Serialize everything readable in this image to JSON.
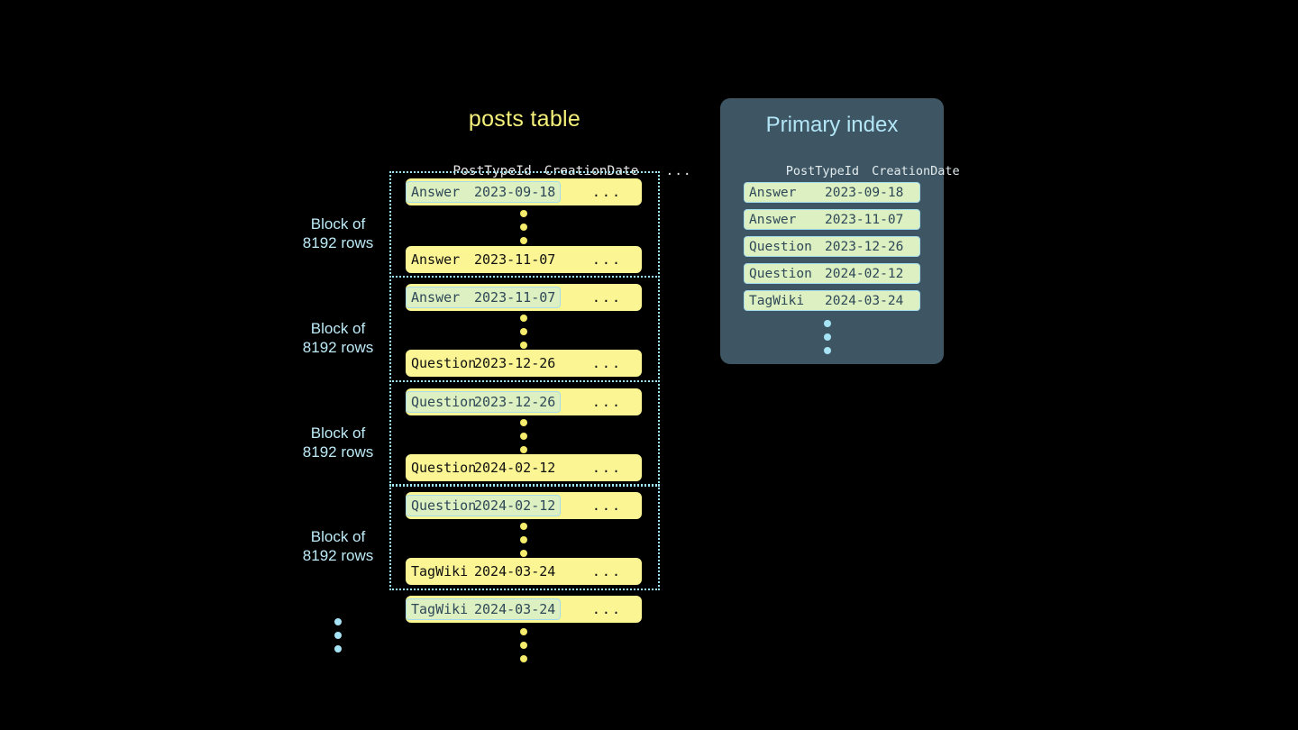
{
  "posts_table": {
    "title": "posts table",
    "columns": [
      "PostTypeId",
      "CreationDate",
      "..."
    ],
    "blocks": [
      {
        "label_line1": "Block of",
        "label_line2": "8192 rows",
        "first_row": {
          "post_type_id": "Answer",
          "creation_date": "2023-09-18",
          "ellipsis": "...",
          "highlighted": true
        },
        "last_row": {
          "post_type_id": "Answer",
          "creation_date": "2023-11-07",
          "ellipsis": "...",
          "highlighted": false
        }
      },
      {
        "label_line1": "Block of",
        "label_line2": "8192 rows",
        "first_row": {
          "post_type_id": "Answer",
          "creation_date": "2023-11-07",
          "ellipsis": "...",
          "highlighted": true
        },
        "last_row": {
          "post_type_id": "Question",
          "creation_date": "2023-12-26",
          "ellipsis": "...",
          "highlighted": false
        }
      },
      {
        "label_line1": "Block of",
        "label_line2": "8192 rows",
        "first_row": {
          "post_type_id": "Question",
          "creation_date": "2023-12-26",
          "ellipsis": "...",
          "highlighted": true
        },
        "last_row": {
          "post_type_id": "Question",
          "creation_date": "2024-02-12",
          "ellipsis": "...",
          "highlighted": false
        }
      },
      {
        "label_line1": "Block of",
        "label_line2": "8192 rows",
        "first_row": {
          "post_type_id": "Question",
          "creation_date": "2024-02-12",
          "ellipsis": "...",
          "highlighted": true
        },
        "last_row": {
          "post_type_id": "TagWiki",
          "creation_date": "2024-03-24",
          "ellipsis": "...",
          "highlighted": false
        }
      }
    ],
    "trailing_row": {
      "post_type_id": "TagWiki",
      "creation_date": "2024-03-24",
      "ellipsis": "...",
      "highlighted": true
    }
  },
  "primary_index": {
    "title": "Primary index",
    "columns": [
      "PostTypeId",
      "CreationDate"
    ],
    "rows": [
      {
        "post_type_id": "Answer",
        "creation_date": "2023-09-18"
      },
      {
        "post_type_id": "Answer",
        "creation_date": "2023-11-07"
      },
      {
        "post_type_id": "Question",
        "creation_date": "2023-12-26"
      },
      {
        "post_type_id": "Question",
        "creation_date": "2024-02-12"
      },
      {
        "post_type_id": "TagWiki",
        "creation_date": "2024-03-24"
      }
    ]
  },
  "colors": {
    "background": "#000000",
    "row_yellow": "#fbf693",
    "highlight_green": "#dcf0c2",
    "highlight_border": "#a5dced",
    "accent_cyan": "#b2e6f7",
    "title_yellow": "#f5f07a",
    "panel_slate": "#3e5663",
    "dot_yellow": "#f5ec6e",
    "dot_cyan": "#a6e4f5"
  }
}
